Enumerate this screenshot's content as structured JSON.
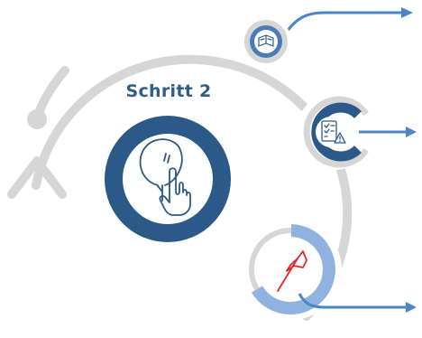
{
  "step": {
    "title": "Schritt 2",
    "icon": "tree-tap-hand-icon"
  },
  "nodes": [
    {
      "icon": "map-book-icon",
      "role": "orientation"
    },
    {
      "icon": "checklist-warning-icon",
      "role": "assessment"
    },
    {
      "icon": "red-flag-icon",
      "role": "report"
    }
  ],
  "colors": {
    "cycle_gray": "#d6d6d6",
    "navy": "#2b5a88",
    "blue": "#4a7cb8",
    "light_blue": "#8fb2e0",
    "arrow": "#4d86c6",
    "flag_red": "#e2262b",
    "title": "#2e5d8c"
  }
}
